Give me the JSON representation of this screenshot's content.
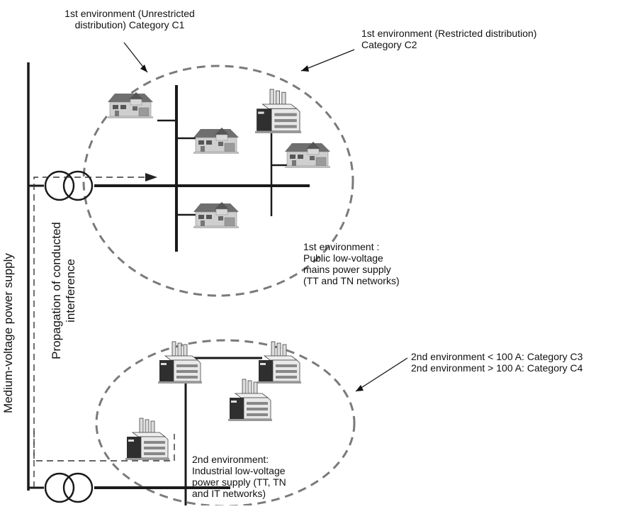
{
  "labels": {
    "c1": "1st environment (Unrestricted\ndistribution) Category C1",
    "c2": "1st environment (Restricted distribution)\nCategory C2",
    "first_env": "1st environment :\nPublic low-voltage\nmains power supply\n(TT and TN networks)",
    "c3c4": "2nd environment < 100 A: Category C3\n2nd environment > 100 A: Category C4",
    "second_env": "2nd environment:\nIndustrial low-voltage\npower supply (TT, TN\nand IT networks)",
    "medium_voltage": "Medium-voltage power supply",
    "propagation": "Propagation of conducted\ninterference"
  },
  "icons": {
    "house": "house-icon",
    "factory": "factory-icon",
    "transformer": "transformer-icon"
  },
  "colors": {
    "line": "#1a1a1a",
    "dashed": "#7a7a7a",
    "house_wall": "#c9c9c9",
    "house_roof": "#6f6f6f",
    "factory_body": "#e6e6e6",
    "factory_dark": "#3a3a3a"
  }
}
